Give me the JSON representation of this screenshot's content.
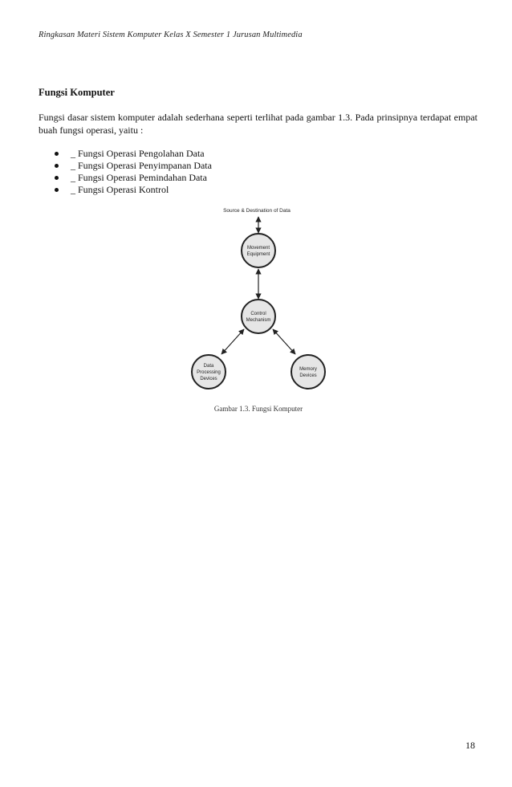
{
  "header": {
    "running_title": "Ringkasan Materi Sistem Komputer Kelas X Semester 1 Jurusan Multimedia"
  },
  "section": {
    "title": "Fungsi Komputer",
    "paragraph": "Fungsi dasar sistem komputer adalah sederhana seperti terlihat pada gambar 1.3. Pada prinsipnya terdapat empat buah fungsi operasi, yaitu :",
    "bullets": [
      "_ Fungsi Operasi Pengolahan Data",
      "_ Fungsi Operasi Penyimpanan Data",
      "_ Fungsi Operasi Pemindahan Data",
      "_ Fungsi Operasi Kontrol"
    ]
  },
  "figure": {
    "top_label": "Source & Destination of Data",
    "nodes": {
      "movement": [
        "Movement",
        "Equipment"
      ],
      "control": [
        "Control",
        "Mechanism"
      ],
      "data_processing": [
        "Data",
        "Processing",
        "Devices"
      ],
      "memory": [
        "Memory",
        "Devices"
      ]
    },
    "caption": "Gambar 1.3. Fungsi Komputer"
  },
  "footer": {
    "page_number": "18"
  }
}
